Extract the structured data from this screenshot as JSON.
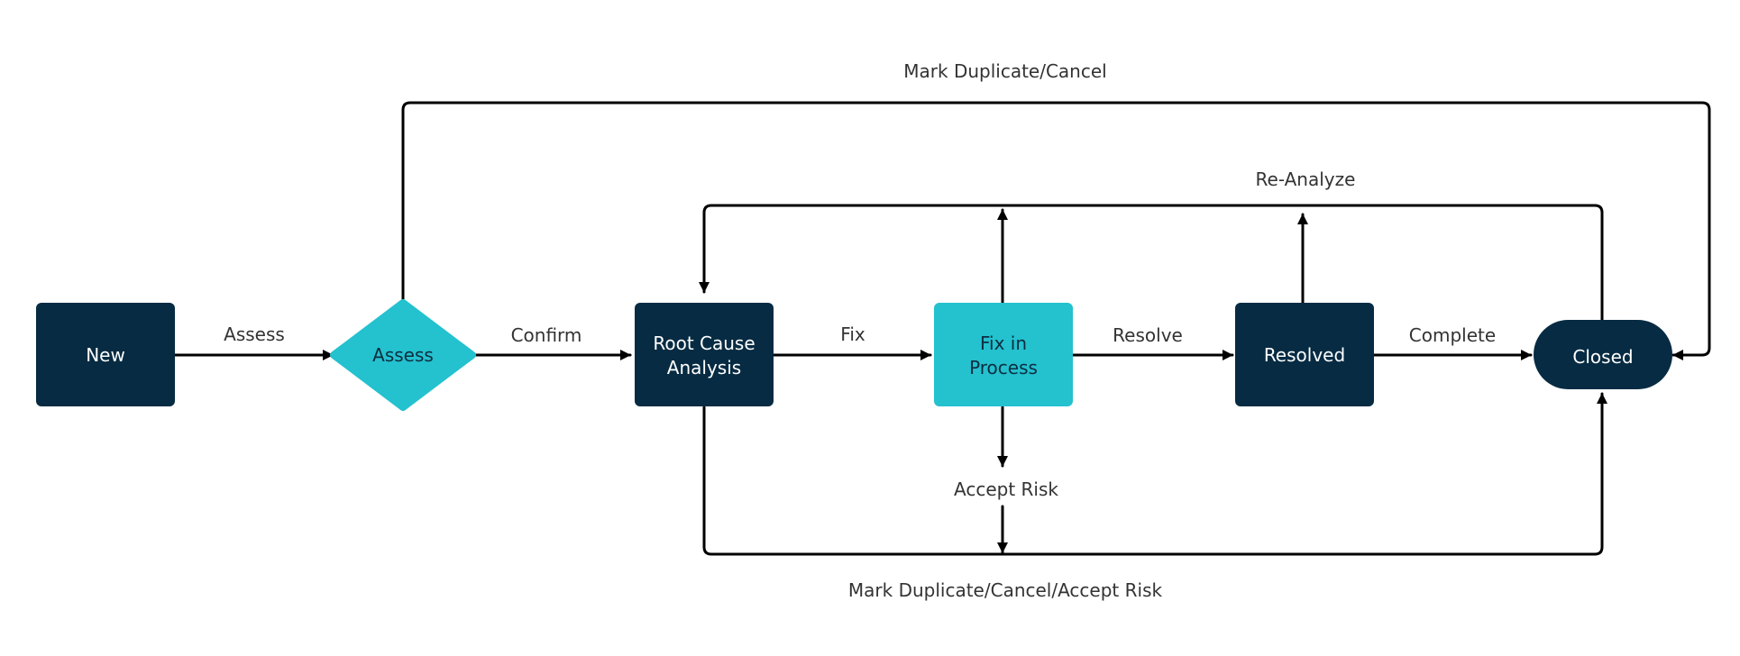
{
  "diagram": {
    "colors": {
      "dark": "#062B42",
      "teal": "#24C1CF",
      "line": "#000000",
      "text_on_dark": "#FFFFFF",
      "text_on_teal": "#0B2E3F",
      "label_text": "#333333"
    },
    "nodes": {
      "new": "New",
      "assess": "Assess",
      "rca_line1": "Root Cause",
      "rca_line2": "Analysis",
      "fix_line1": "Fix in",
      "fix_line2": "Process",
      "resolved": "Resolved",
      "closed": "Closed"
    },
    "edges": {
      "assess": "Assess",
      "confirm": "Confirm",
      "fix": "Fix",
      "resolve": "Resolve",
      "complete": "Complete",
      "mark_duplicate_cancel": "Mark Duplicate/Cancel",
      "re_analyze": "Re-Analyze",
      "accept_risk": "Accept Risk",
      "mark_duplicate_cancel_accept_risk": "Mark Duplicate/Cancel/Accept Risk"
    }
  }
}
